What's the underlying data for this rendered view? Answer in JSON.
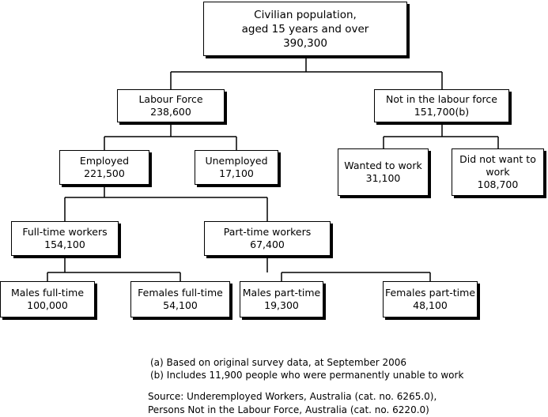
{
  "nodes": {
    "civilian": {
      "line1": "Civilian population,",
      "line2": "aged 15 years and over",
      "line3": "390,300"
    },
    "labour_force": {
      "line1": "Labour Force",
      "line2": "238,600"
    },
    "not_in_labour_force": {
      "line1": "Not in the labour force",
      "line2": "151,700(b)"
    },
    "employed": {
      "line1": "Employed",
      "line2": "221,500"
    },
    "unemployed": {
      "line1": "Unemployed",
      "line2": "17,100"
    },
    "wanted_to_work": {
      "line1": "Wanted to work",
      "line2": "31,100"
    },
    "did_not_want_to_work": {
      "line1": "Did not want to",
      "line2": "work",
      "line3": "108,700"
    },
    "full_time_workers": {
      "line1": "Full-time workers",
      "line2": "154,100"
    },
    "part_time_workers": {
      "line1": "Part-time workers",
      "line2": "67,400"
    },
    "males_full_time": {
      "line1": "Males full-time",
      "line2": "100,000"
    },
    "females_full_time": {
      "line1": "Females full-time",
      "line2": "54,100"
    },
    "males_part_time": {
      "line1": "Males part-time",
      "line2": "19,300"
    },
    "females_part_time": {
      "line1": "Females part-time",
      "line2": "48,100"
    }
  },
  "footnotes": {
    "a": "(a) Based on original survey data, at September 2006",
    "b": "(b) Includes 11,900 people who were permanently unable to work"
  },
  "source": {
    "line1": "Source: Underemployed Workers, Australia (cat. no. 6265.0),",
    "line2": "Persons Not in the Labour Force, Australia (cat. no. 6220.0)"
  }
}
